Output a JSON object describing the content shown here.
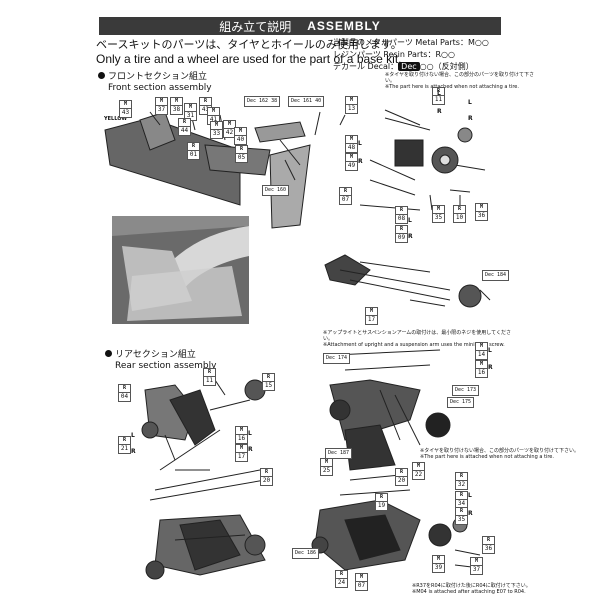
{
  "header": {
    "jp": "組み立て説明",
    "en": "ASSEMBLY"
  },
  "intro": {
    "jp": "ベースキットのパーツは、タイヤとホイールのみ使用します。",
    "en": "Only a tire and a wheel are used for the part of a base kit."
  },
  "legend": {
    "metal": "当製品のメタルパーツ Metal Parts：M○○",
    "resin": "レジンパーツ Resin Parts：R○○",
    "decal_label": "デカール Decal：",
    "decal_badge": "Dec",
    "decal_suffix": "○○（反対側）"
  },
  "front": {
    "title_jp": "フロントセクション組立",
    "title_en": "Front section assembly",
    "yellow": "YELLOW",
    "note1": "※タイヤを取り付けない場合、この部分のパーツを取り付けて下さい。",
    "note2": "※The part here is attached when not attaching a tire.",
    "note3": "※アップライトとサスペンションアームの取付けは、最小限のネジを使用してください。",
    "note4": "※Attachment of upright and a suspension arm uses the minimum screw."
  },
  "rear": {
    "title_jp": "リアセクション組立",
    "title_en": "Rear section assembly",
    "note1": "※タイヤを取り付けない場合、この部分のパーツを取り付けて下さい。",
    "note2": "※The part here is attached when not attaching a tire.",
    "note3": "※R37をR04に取付けた後にR04に取付けて下さい。",
    "note4": "※M04 is attached after attaching E07 to R04."
  },
  "tags": [
    {
      "t": "M",
      "n": "43"
    },
    {
      "t": "M",
      "n": "37"
    },
    {
      "t": "M",
      "n": "38"
    },
    {
      "t": "M",
      "n": "31"
    },
    {
      "t": "R",
      "n": "43"
    },
    {
      "t": "R",
      "n": "44"
    },
    {
      "t": "M",
      "n": "41"
    },
    {
      "t": "M",
      "n": "33"
    },
    {
      "t": "M",
      "n": "42"
    },
    {
      "t": "M",
      "n": "40"
    },
    {
      "t": "R",
      "n": "01"
    },
    {
      "t": "R",
      "n": "05"
    },
    {
      "t": "M",
      "n": "13"
    },
    {
      "t": "M",
      "n": "48"
    },
    {
      "t": "M",
      "n": "49"
    },
    {
      "t": "R",
      "n": "07"
    },
    {
      "t": "R",
      "n": "08"
    },
    {
      "t": "M",
      "n": "36"
    },
    {
      "t": "R",
      "n": "09"
    },
    {
      "t": "M",
      "n": "35"
    },
    {
      "t": "R",
      "n": "10"
    },
    {
      "t": "M",
      "n": "17"
    },
    {
      "t": "R",
      "n": "11"
    },
    {
      "t": "M",
      "n": "14"
    },
    {
      "t": "M",
      "n": "16"
    },
    {
      "t": "R",
      "n": "11"
    },
    {
      "t": "R",
      "n": "15"
    },
    {
      "t": "R",
      "n": "04"
    },
    {
      "t": "M",
      "n": "16"
    },
    {
      "t": "M",
      "n": "17"
    },
    {
      "t": "R",
      "n": "20"
    },
    {
      "t": "R",
      "n": "21"
    },
    {
      "t": "M",
      "n": "22"
    },
    {
      "t": "M",
      "n": "25"
    },
    {
      "t": "R",
      "n": "24"
    },
    {
      "t": "M",
      "n": "07"
    },
    {
      "t": "R",
      "n": "36"
    },
    {
      "t": "M",
      "n": "37"
    },
    {
      "t": "M",
      "n": "39"
    },
    {
      "t": "R",
      "n": "32"
    },
    {
      "t": "R",
      "n": "34"
    },
    {
      "t": "R",
      "n": "35"
    },
    {
      "t": "R",
      "n": "20"
    },
    {
      "t": "R",
      "n": "19"
    }
  ],
  "decals": [
    "Dec 162 38",
    "Dec 161 40",
    "Dec 160",
    "Dec 174",
    "Dec 173",
    "Dec 175",
    "Dec 184",
    "Dec 186",
    "Dec 187"
  ],
  "lr": [
    "L",
    "R",
    "L",
    "R",
    "L",
    "R",
    "L",
    "R",
    "L",
    "R",
    "L",
    "R",
    "L",
    "R",
    "L",
    "R"
  ]
}
